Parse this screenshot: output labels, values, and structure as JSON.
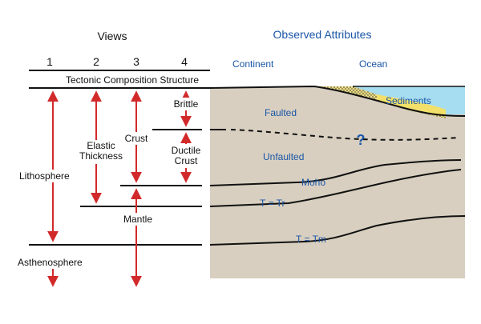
{
  "headers": {
    "views": "Views",
    "observed": "Observed Attributes"
  },
  "view_numbers": [
    "1",
    "2",
    "3",
    "4"
  ],
  "row_header": "Tectonic Composition Structure",
  "left_labels": {
    "lithosphere": "Lithosphere",
    "asthenosphere": "Asthenosphere",
    "elastic_line1": "Elastic",
    "elastic_line2": "Thickness",
    "crust": "Crust",
    "mantle": "Mantle",
    "brittle": "Brittle",
    "ductile_line1": "Ductile",
    "ductile_line2": "Crust"
  },
  "right_labels": {
    "continent": "Continent",
    "ocean": "Ocean",
    "sediments": "Sediments",
    "faulted": "Faulted",
    "unfaulted": "Unfaulted",
    "question": "?",
    "moho": "Moho",
    "t_tr": "T = Tr",
    "t_tm": "T = Tm"
  },
  "colors": {
    "arrow": "#d22a2a",
    "label_blue": "#1a56a8",
    "earth": "#d8cfc0",
    "ocean": "#a6ddf0",
    "sediment": "#f2e06a",
    "lines": "#111111"
  }
}
